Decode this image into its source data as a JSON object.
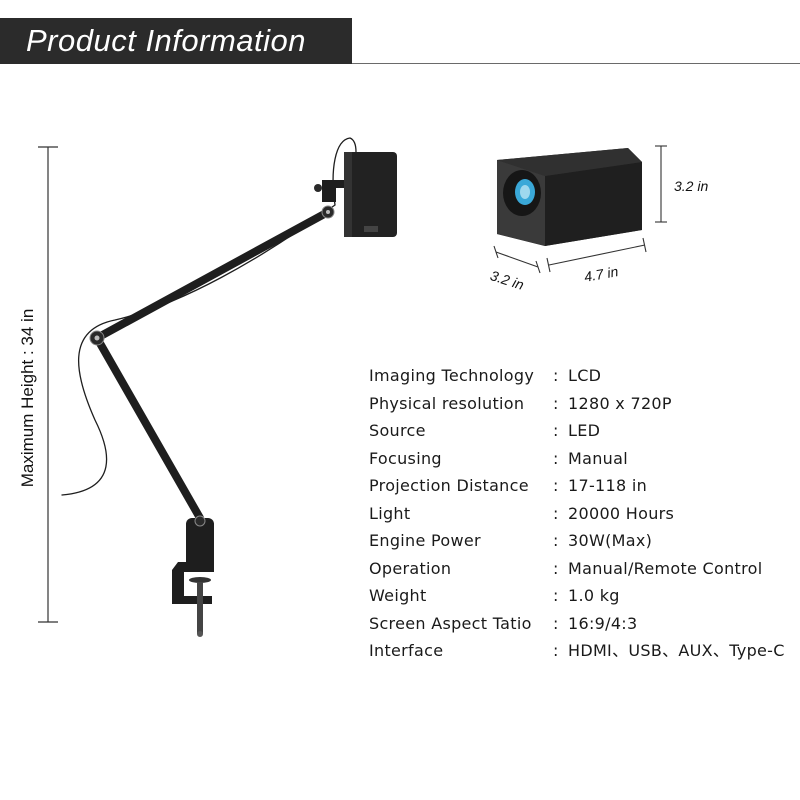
{
  "header": {
    "title": "Product Information"
  },
  "dimensions": {
    "max_height": "Maximum Height : 34 in",
    "depth": "3.2 in",
    "width": "4.7 in",
    "height": "3.2 in"
  },
  "specs": [
    {
      "label": "Imaging Technology",
      "value": "LCD"
    },
    {
      "label": "Physical resolution",
      "value": "1280 x 720P"
    },
    {
      "label": "Source",
      "value": "LED"
    },
    {
      "label": "Focusing",
      "value": "Manual"
    },
    {
      "label": "Projection Distance",
      "value": "17-118 in"
    },
    {
      "label": "Light",
      "value": "20000 Hours"
    },
    {
      "label": "Engine Power",
      "value": "30W(Max)"
    },
    {
      "label": "Operation",
      "value": "Manual/Remote Control"
    },
    {
      "label": "Weight",
      "value": "1.0 kg"
    },
    {
      "label": "Screen Aspect Tatio",
      "value": "16:9/4:3"
    },
    {
      "label": "Interface",
      "value": "HDMI、USB、AUX、Type-C"
    }
  ],
  "spec_separator": ":",
  "colors": {
    "header_bg": "#2b2b2b",
    "arm": "#1e1e1e",
    "lens": "#3aa8d8"
  }
}
